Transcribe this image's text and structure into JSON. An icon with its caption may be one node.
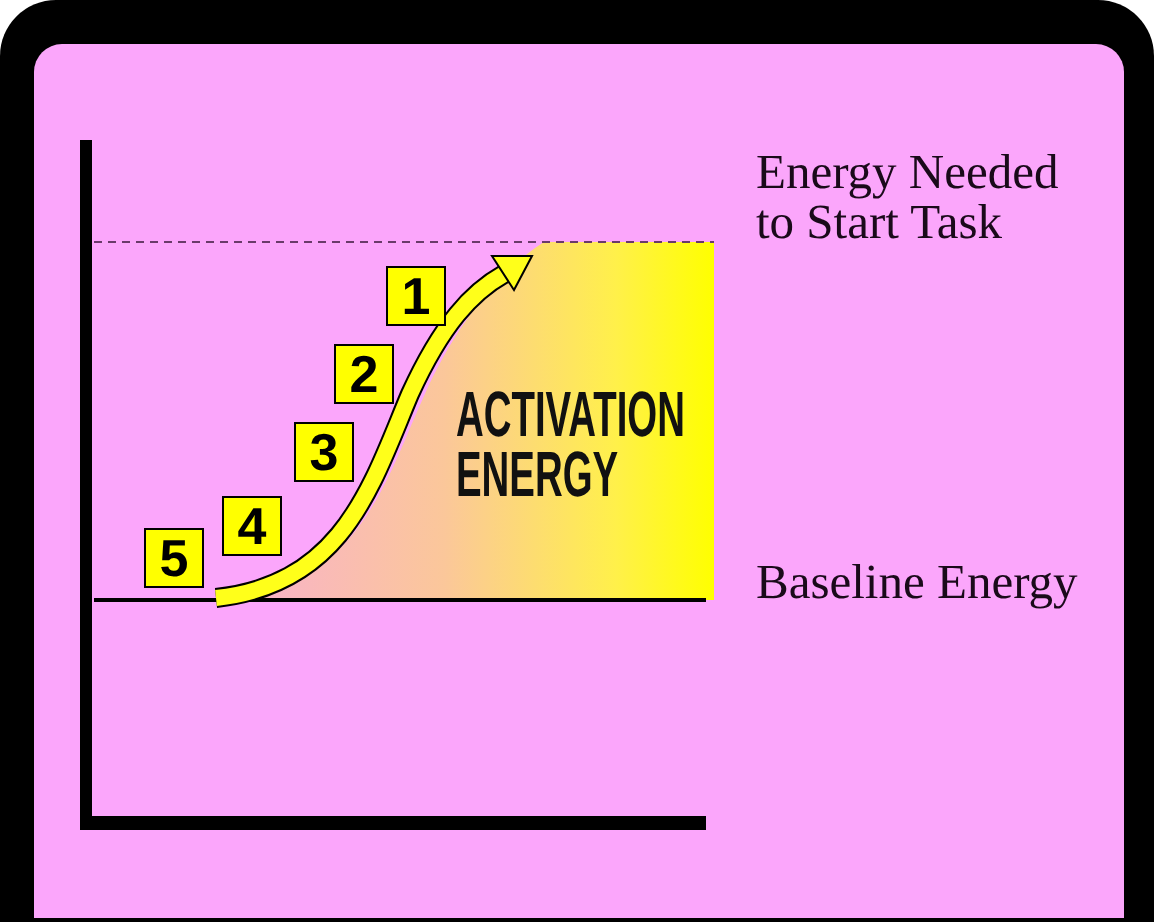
{
  "diagram": {
    "nodes": [
      {
        "text": [
          "1"
        ]
      },
      {
        "text": [
          "2"
        ]
      },
      {
        "text": [
          "3"
        ]
      },
      {
        "text": [
          "ACTIVATION ENERGY"
        ]
      },
      {
        "text": [
          "4"
        ]
      },
      {
        "text": [
          "5"
        ]
      }
    ],
    "labels": [
      "Energy Needed to Start Task",
      "Baseline Energy"
    ]
  }
}
